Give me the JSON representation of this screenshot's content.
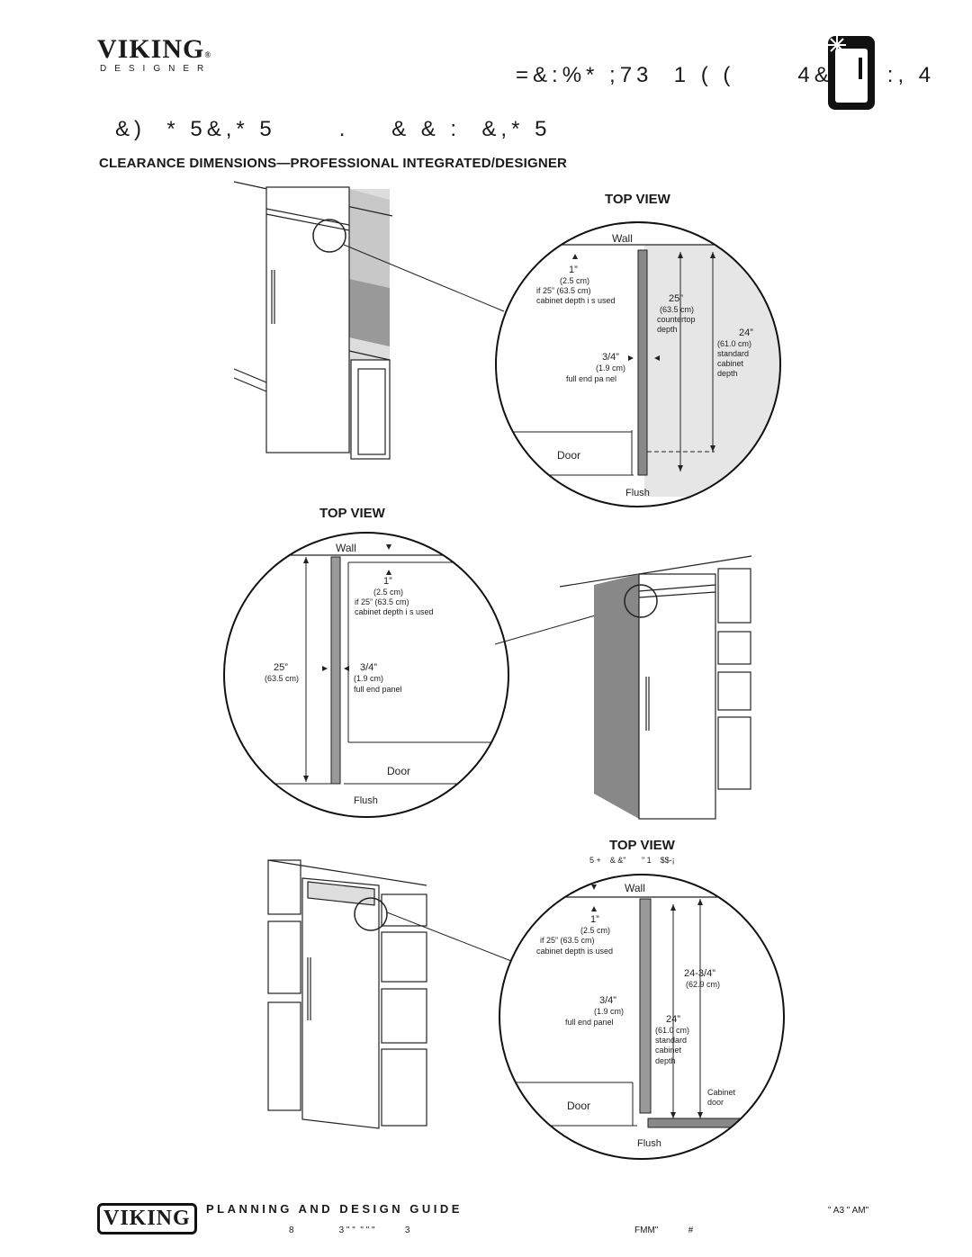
{
  "header": {
    "brand": "VIKING",
    "brand_sub": "DESIGNER",
    "product_line_garbled": "=&:%* ;73  1 ( (      4&# 4 :, 4",
    "page_heading_garbled": "&)  * 5&,* 5      .    & & :  &,* 5",
    "icon": "refrigerator-snowflake-icon"
  },
  "section_title": "CLEARANCE DIMENSIONS—PROFESSIONAL INTEGRATED/DESIGNER",
  "diagram1": {
    "view_label": "TOP VIEW",
    "wall": "Wall",
    "gap": "1”",
    "gap_cm": "(2.5 cm)",
    "gap_note1": "if 25”  (63.5 cm)",
    "gap_note2": "cabinet depth i s used",
    "counter_depth": "25”",
    "counter_depth_cm": "(63.5 cm)",
    "counter_label1": "countertop",
    "counter_label2": "depth",
    "std_depth": "24”",
    "std_depth_cm": "(61.0 cm)",
    "std_label1": "standard",
    "std_label2": "cabinet",
    "std_label3": "depth",
    "panel": "3/4”",
    "panel_cm": "(1.9 cm)",
    "panel_label": "full end pa nel",
    "door": "Door",
    "flush": "Flush"
  },
  "diagram2": {
    "view_label": "TOP VIEW",
    "wall": "Wall",
    "gap": "1”",
    "gap_cm": "(2.5 cm)",
    "gap_note1": "if 25”  (63.5 cm)",
    "gap_note2": "cabinet depth i s used",
    "depth": "25”",
    "depth_cm": "(63.5 cm)",
    "panel": "3/4”",
    "panel_cm": "(1.9 cm)",
    "panel_label": "full end panel",
    "door": "Door",
    "flush": "Flush"
  },
  "diagram3": {
    "view_label": "TOP VIEW",
    "subtitle_garbled": "5 +    & &\"       \" 1    $$-¡",
    "wall": "Wall",
    "gap": "1”",
    "gap_cm": "(2.5 cm)",
    "gap_note1": "if 25”  (63.5 cm)",
    "gap_note2": "cabinet depth is used",
    "depth": "24-3/4”",
    "depth_cm": "(62.9 cm)",
    "std_depth": "24”",
    "std_depth_cm": "(61.0 cm)",
    "std_label1": "standard",
    "std_label2": "cabinet",
    "std_label3": "depth",
    "panel": "3/4”",
    "panel_cm": "(1.9 cm)",
    "panel_label": "full end panel",
    "cabinet_door1": "Cabinet",
    "cabinet_door2": "door",
    "door": "Door",
    "flush": "Flush"
  },
  "footer": {
    "brand": "VIKING",
    "title": "PLANNING AND DESIGN GUIDE",
    "right_top_garbled": "\" A3 \" AM\"",
    "bottom_left_garbled": "8                  3 \" \"  \" \" \"            3",
    "bottom_right_garbled": "FMM\"            #"
  }
}
